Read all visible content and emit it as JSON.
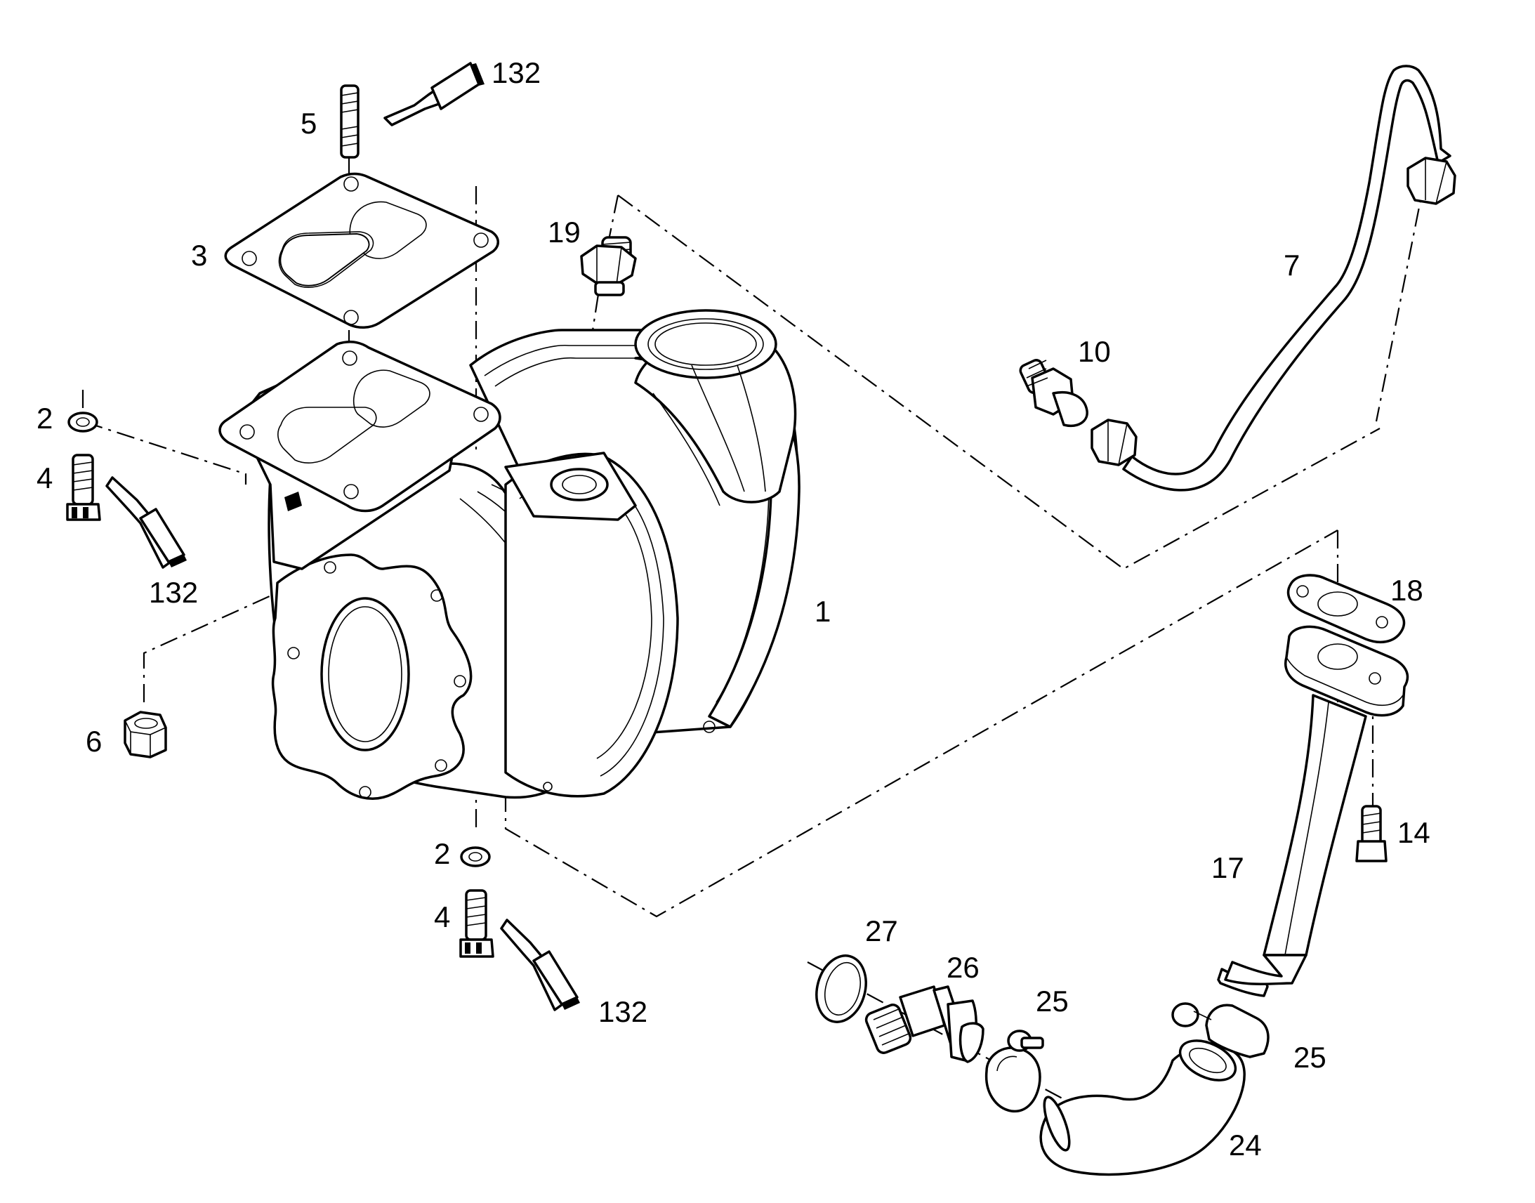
{
  "labels": {
    "l1": "1",
    "l2a": "2",
    "l2b": "2",
    "l3": "3",
    "l4a": "4",
    "l4b": "4",
    "l5": "5",
    "l6": "6",
    "l7": "7",
    "l10": "10",
    "l14": "14",
    "l17": "17",
    "l18": "18",
    "l19": "19",
    "l24": "24",
    "l25a": "25",
    "l25b": "25",
    "l26": "26",
    "l27": "27",
    "l132a": "132",
    "l132b": "132",
    "l132c": "132"
  }
}
